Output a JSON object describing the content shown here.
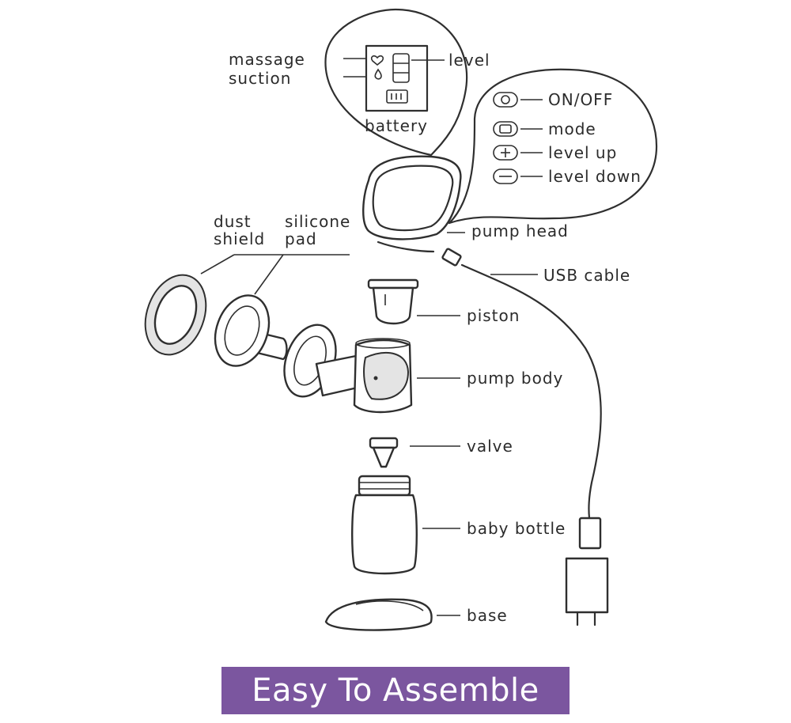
{
  "labels": {
    "massage": "massage",
    "suction": "suction",
    "level": "level",
    "battery": "battery",
    "on_off": "ON/OFF",
    "mode": "mode",
    "level_up": "level up",
    "level_down": "level down",
    "pump_head": "pump head",
    "dust_shield_1": "dust",
    "dust_shield_2": "shield",
    "silicone_pad_1": "silicone",
    "silicone_pad_2": "pad",
    "usb_cable": "USB cable",
    "piston": "piston",
    "pump_body": "pump body",
    "valve": "valve",
    "baby_bottle": "baby bottle",
    "base": "base"
  },
  "banner": {
    "text": "Easy To Assemble",
    "color": "#7b569f"
  }
}
